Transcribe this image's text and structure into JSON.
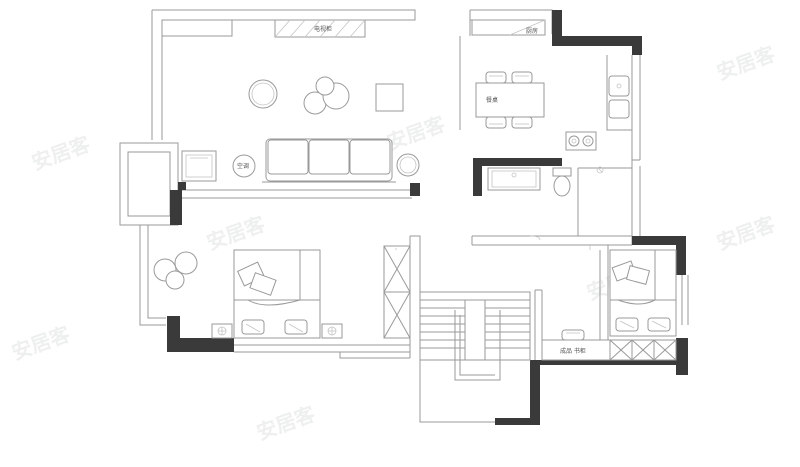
{
  "labels": {
    "tv_cabinet": "电视柜",
    "kitchen": "厨房",
    "dining_table": "餐桌",
    "air_conditioner": "空调",
    "storage": "成品 书柜"
  },
  "colors": {
    "wall": "#3a3a3a",
    "line": "#9a9a9a"
  }
}
